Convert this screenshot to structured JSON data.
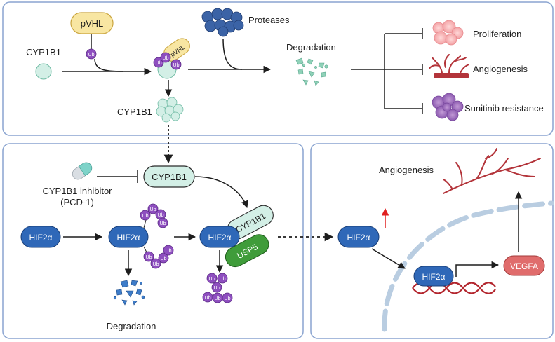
{
  "top_panel": {
    "pvhl_label": "pVHL",
    "ub_label": "Ub",
    "cyp1b1_left": "CYP1B1",
    "proteases": "Proteases",
    "complex_pvhl": "pVHL",
    "cyp1b1_below": "CYP1B1",
    "degradation": "Degradation",
    "proliferation": "Proliferation",
    "angiogenesis": "Angiogenesis",
    "sunitinib": "Sunitinib resistance"
  },
  "bottom_left": {
    "inhibitor_line1": "CYP1B1 inhibitor",
    "inhibitor_line2": "(PCD-1)",
    "cyp1b1_pill": "CYP1B1",
    "hif_1": "HIF2α",
    "hif_2": "HIF2α",
    "hif_3": "HIF2α",
    "cyp1b1_bound": "CYP1B1",
    "usp5": "USP5",
    "degradation": "Degradation",
    "ub_label": "Ub"
  },
  "bottom_right": {
    "angiogenesis": "Angiogenesis",
    "hif_up": "HIF2α",
    "hif_dna": "HIF2α",
    "vegfa": "VEGFA"
  },
  "colors": {
    "panel_border": "#8aa4d0",
    "hif_blue": "#2f68b8",
    "ub_purple": "#8e4fbf",
    "cyp_mint": "#d3efe6",
    "usp5_green": "#3f9c3a",
    "vegfa_red": "#e06c6c",
    "dna_red": "#b3262e",
    "pvhl_yellow": "#f8e6a2",
    "protease_blue": "#3b63a6"
  }
}
